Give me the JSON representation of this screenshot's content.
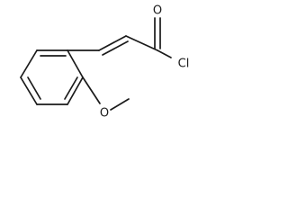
{
  "molecule": {
    "atoms": {
      "carbonyl_oxygen": "O",
      "chlorine": "Cl",
      "ether_oxygen": "O"
    }
  }
}
